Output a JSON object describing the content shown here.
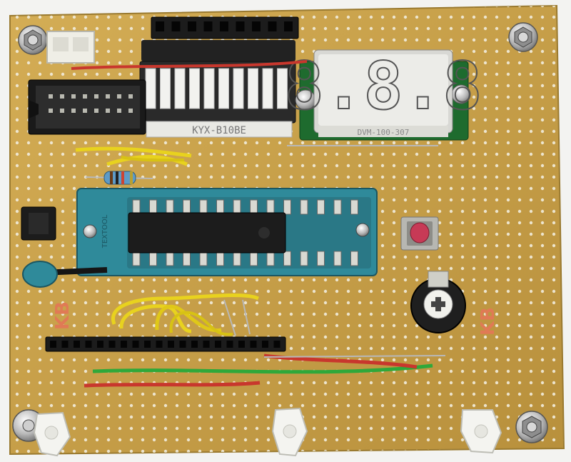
{
  "board": {
    "bg_color": "#f3f3f1",
    "board_color": "#c9a24d",
    "board_edge_color": "#9a7a30",
    "hole_color": "#f1ecdc"
  },
  "silkscreen": {
    "left_marking": "KB",
    "right_marking": "KB",
    "color": "#e07a55"
  },
  "bar_graph": {
    "part_label": "KYX-B10BE",
    "segments": 10
  },
  "display": {
    "digits": "8.8.8",
    "module_label": "DVM-100-307",
    "segment_color": "#3c3c3c",
    "board_color": "#1e6b2e"
  },
  "zif_socket": {
    "label": "TEXTOOL",
    "color": "#2f8a9a",
    "pins_per_side": 14
  },
  "wire_colors": {
    "yellow": "#e8d21e",
    "green": "#2fa83a",
    "red": "#c8372d"
  }
}
